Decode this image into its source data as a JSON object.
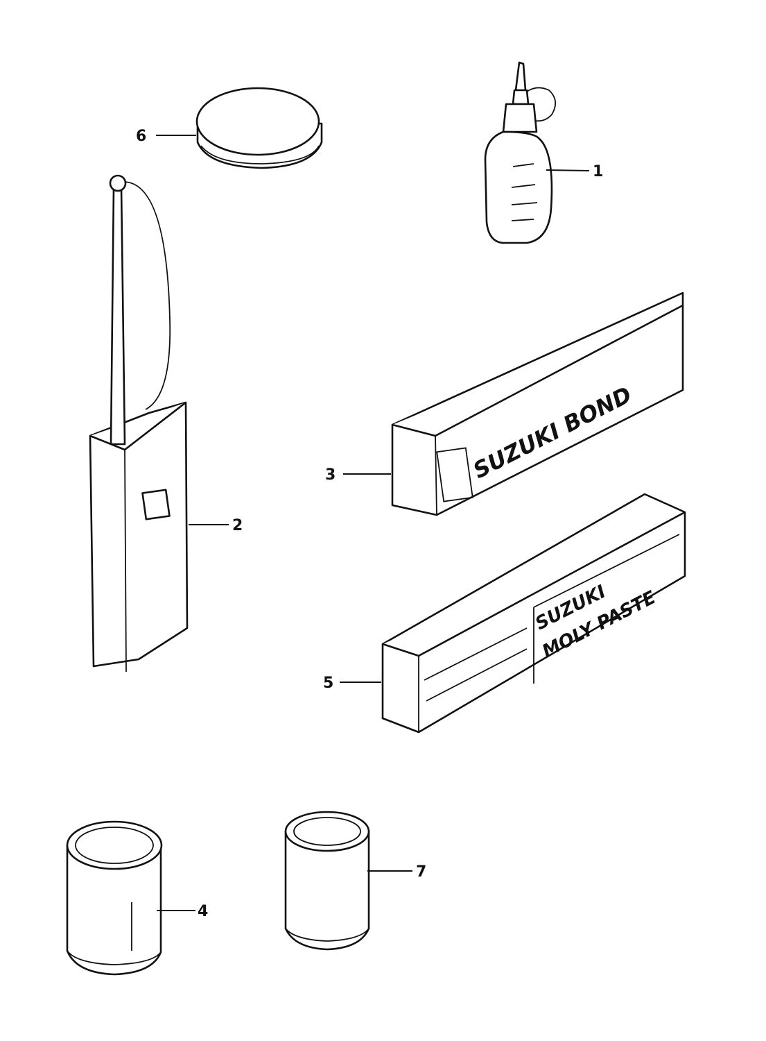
{
  "callouts": {
    "c1": "1",
    "c2": "2",
    "c3": "3",
    "c4": "4",
    "c5": "5",
    "c6": "6",
    "c7": "7"
  },
  "packaging": {
    "bond_brand": "SUZUKI BOND",
    "paste_brand_line1": "SUZUKI",
    "paste_brand_line2": "MOLY PASTE"
  }
}
